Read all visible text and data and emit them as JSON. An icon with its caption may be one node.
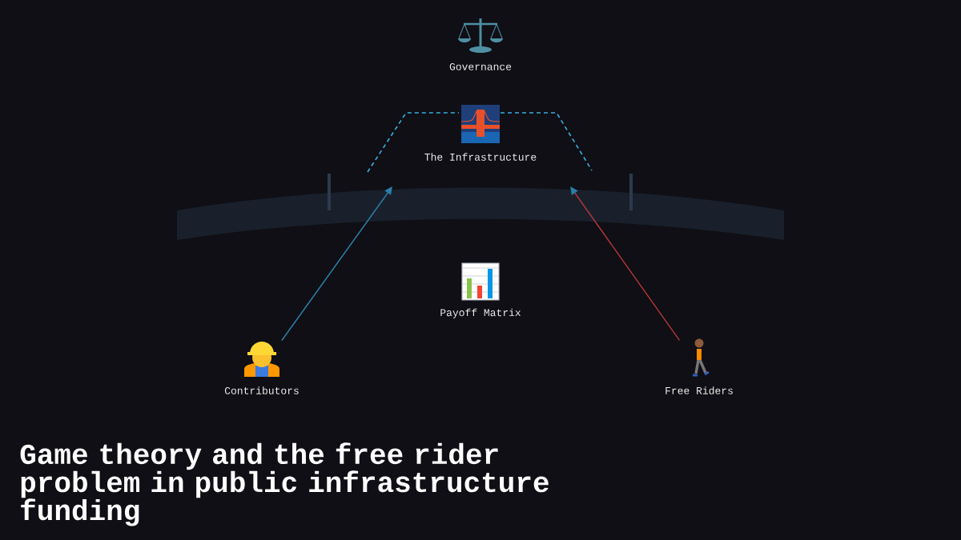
{
  "diagram": {
    "title": "Game theory and the free rider problem in public infrastructure funding",
    "nodes": [
      {
        "text": [
          "Governance"
        ]
      },
      {
        "text": [
          "The Infrastructure"
        ]
      },
      {
        "text": [
          "Payoff Matrix"
        ]
      },
      {
        "text": [
          "Contributors"
        ]
      },
      {
        "text": [
          "Free Riders"
        ]
      }
    ],
    "edges": [
      {
        "from": 3,
        "to": 1,
        "arrow": "to",
        "color": "#2a7fa8"
      },
      {
        "from": 4,
        "to": 1,
        "arrow": "to",
        "color": "#b0343c"
      }
    ]
  }
}
